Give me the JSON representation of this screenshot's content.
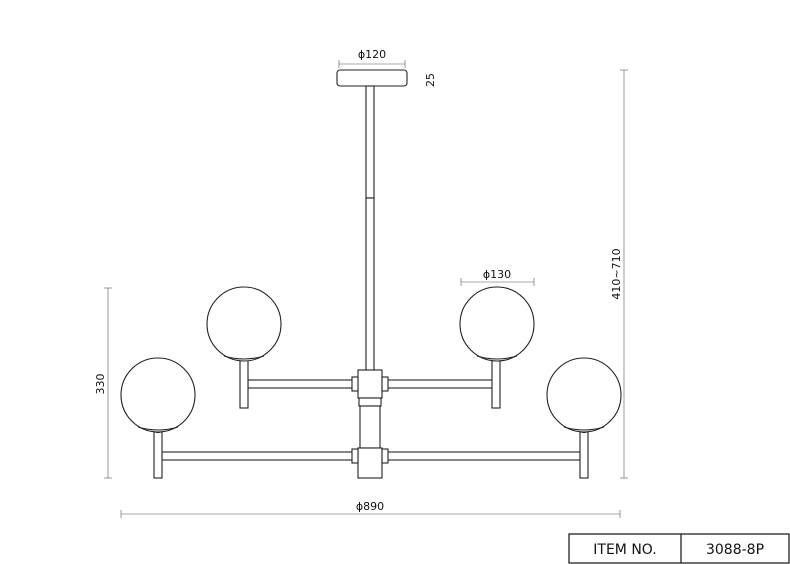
{
  "dimensions": {
    "canopy_diameter": "ϕ120",
    "canopy_height": "25",
    "overall_height": "410~710",
    "globe_diameter": "ϕ130",
    "arm_height": "330",
    "overall_diameter": "ϕ890"
  },
  "title_block": {
    "label": "ITEM NO.",
    "value": "3088-8P"
  }
}
